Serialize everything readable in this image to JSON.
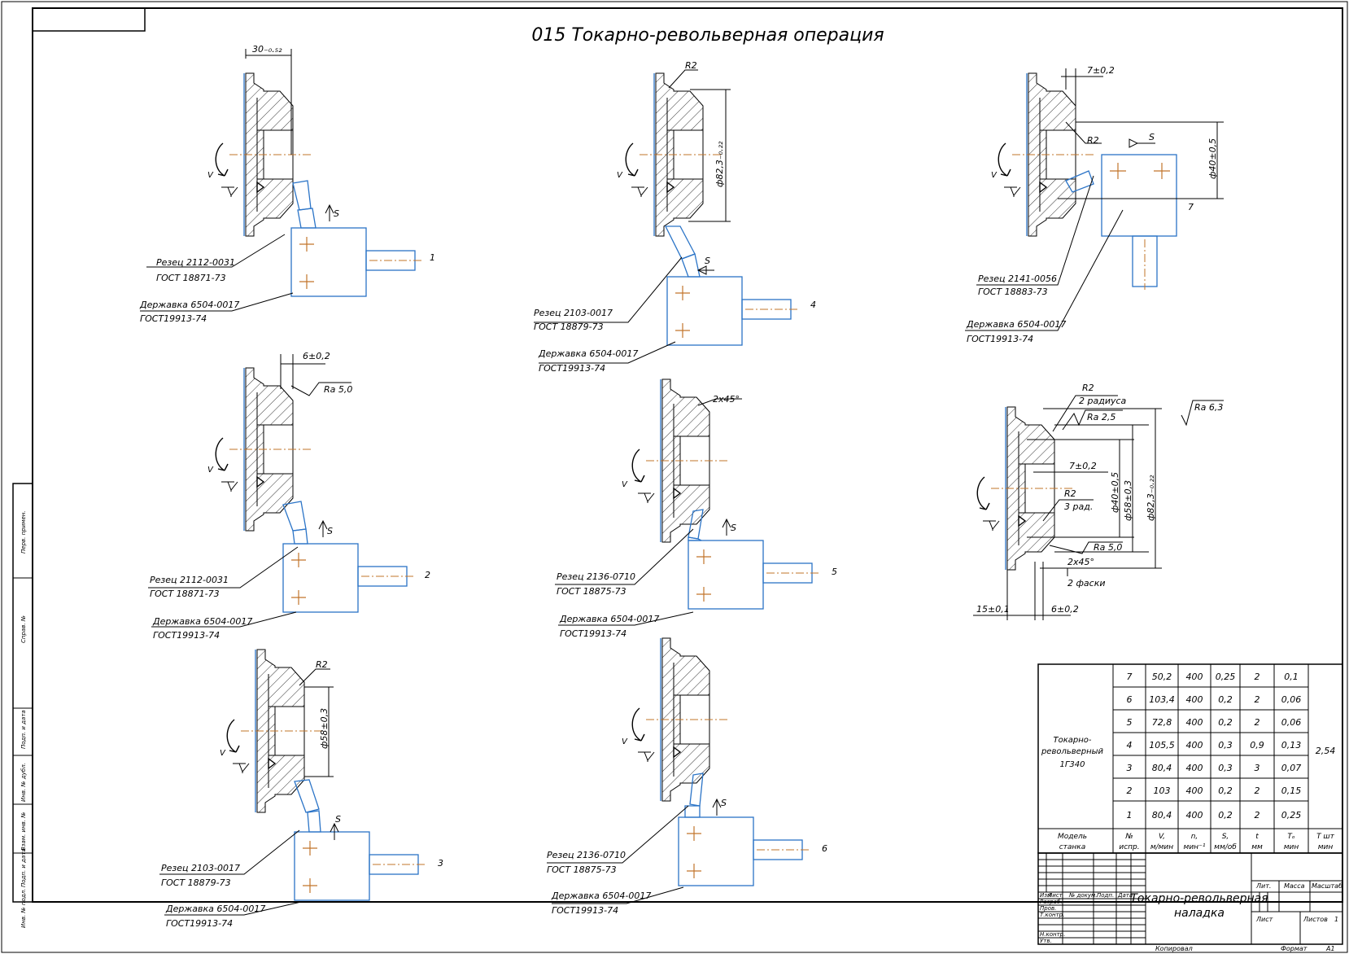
{
  "title": "015 Токарно-револьверная операция",
  "colors": {
    "line": "#000000",
    "tool": "#2b74c7",
    "axis": "#c2742a"
  },
  "operations": [
    {
      "num": "1",
      "cutter": "Резец 2112-0031",
      "cutter_std": "ГОСТ 18871-73",
      "holder": "Державка 6504-0017",
      "holder_std": "ГОСТ19913-74",
      "dim": "30₋₀.₅₂"
    },
    {
      "num": "2",
      "cutter": "Резец 2112-0031",
      "cutter_std": "ГОСТ 18871-73",
      "holder": "Державка 6504-0017",
      "holder_std": "ГОСТ19913-74",
      "dim": "6±0,2",
      "ra": "Ra 5,0"
    },
    {
      "num": "3",
      "cutter": "Резец 2103-0017",
      "cutter_std": "ГОСТ 18879-73",
      "holder": "Державка 6504-0017",
      "holder_std": "ГОСТ19913-74",
      "dim": "ф58±0,3",
      "radius": "R2"
    },
    {
      "num": "4",
      "cutter": "Резец 2103-0017",
      "cutter_std": "ГОСТ 18879-73",
      "holder": "Державка 6504-0017",
      "holder_std": "ГОСТ19913-74",
      "dim": "ф82,3₋₀.₂₂",
      "radius": "R2"
    },
    {
      "num": "5",
      "cutter": "Резец 2136-0710",
      "cutter_std": "ГОСТ 18875-73",
      "holder": "Державка 6504-0017",
      "holder_std": "ГОСТ19913-74",
      "dim": "2x45°"
    },
    {
      "num": "6",
      "cutter": "Резец 2136-0710",
      "cutter_std": "ГОСТ 18875-73",
      "holder": "Державка 6504-0017",
      "holder_std": "ГОСТ19913-74"
    },
    {
      "num": "7",
      "cutter": "Резец 2141-0056",
      "cutter_std": "ГОСТ 18883-73",
      "holder": "Державка 6504-0017",
      "holder_std": "ГОСТ19913-74",
      "dim": "7±0,2",
      "dim2": "ф40±0,5",
      "radius": "R2"
    }
  ],
  "symbols": {
    "v": "V",
    "s": "S",
    "three": "3"
  },
  "final": {
    "r2": "R2",
    "r2_note": "2 радиуса",
    "ra25": "Ra 2,5",
    "ra63": "Ra 6,3",
    "d40": "ф40±0,5",
    "d58": "ф58±0,3",
    "d82": "ф82,3₋₀.₂₂",
    "dim7": "7±0,2",
    "r2b": "R2",
    "r3": "3 рад.",
    "ra50": "Ra 5,0",
    "ch": "2x45°",
    "ch_note": "2 фаски",
    "dim15": "15±0,1",
    "dim6": "6±0,2"
  },
  "table": {
    "machine": [
      "Токарно-",
      "револьверный",
      "1Г340"
    ],
    "rows": [
      {
        "n": "7",
        "v": "50,2",
        "rpm": "400",
        "s": "0,25",
        "t": "2",
        "to": "0,1"
      },
      {
        "n": "6",
        "v": "103,4",
        "rpm": "400",
        "s": "0,2",
        "t": "2",
        "to": "0,06"
      },
      {
        "n": "5",
        "v": "72,8",
        "rpm": "400",
        "s": "0,2",
        "t": "2",
        "to": "0,06"
      },
      {
        "n": "4",
        "v": "105,5",
        "rpm": "400",
        "s": "0,3",
        "t": "0,9",
        "to": "0,13"
      },
      {
        "n": "3",
        "v": "80,4",
        "rpm": "400",
        "s": "0,3",
        "t": "3",
        "to": "0,07"
      },
      {
        "n": "2",
        "v": "103",
        "rpm": "400",
        "s": "0,2",
        "t": "2",
        "to": "0,15"
      },
      {
        "n": "1",
        "v": "80,4",
        "rpm": "400",
        "s": "0,2",
        "t": "2",
        "to": "0,25"
      }
    ],
    "tpc": "2,54",
    "headers": {
      "model": [
        "Модель",
        "станка"
      ],
      "num": [
        "№",
        "испр."
      ],
      "v": [
        "V,",
        "м/мин"
      ],
      "n": [
        "n,",
        "мин⁻¹"
      ],
      "s": [
        "S,",
        "мм/об"
      ],
      "t": [
        "t",
        "мм"
      ],
      "to": [
        "Tₒ",
        "мин"
      ],
      "tsht": [
        "T шт",
        "мин"
      ]
    }
  },
  "stamp": {
    "name": [
      "Токарно-револьверная",
      "наладка"
    ],
    "cols": [
      "Изм",
      "Лист",
      "№ докум.",
      "Подп.",
      "Дата"
    ],
    "rows": [
      "Разраб.",
      "Пров.",
      "Т.контр.",
      "Н.контр.",
      "Утв."
    ],
    "lit": "Лит.",
    "mass": "Масса",
    "scale": "Масштаб",
    "sheet": "Лист",
    "sheets": "Листов",
    "sheets_n": "1",
    "copied": "Копировал",
    "format": "Формат",
    "format_v": "А1"
  },
  "side_stamp": [
    "Перв. примен.",
    "Справ. №",
    "Подп. и дата",
    "Инв. № дубл.",
    "Взам. инв. №",
    "Подп. и дата",
    "Инв. № подл."
  ]
}
